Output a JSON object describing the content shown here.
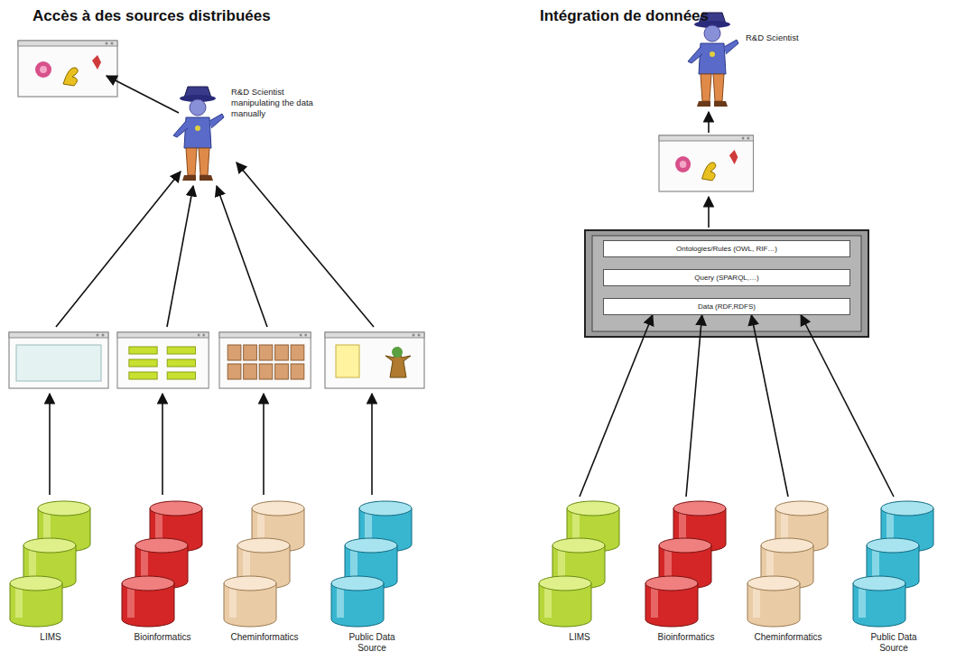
{
  "diagram": {
    "nodes": [
      {
        "text": [
          "R&D Scientist manipulating the data manually"
        ]
      },
      {
        "text": [
          "R&D Scientist"
        ]
      },
      {
        "text": [
          "Ontologies/Rules (OWL, RIF…)"
        ]
      },
      {
        "text": [
          "Query (SPARQL,…)"
        ]
      },
      {
        "text": [
          "Data (RDF,RDFS)"
        ]
      },
      {
        "text": [
          "LIMS"
        ]
      },
      {
        "text": [
          "Bioinformatics"
        ]
      },
      {
        "text": [
          "Cheminformatics"
        ]
      },
      {
        "text": [
          "Public Data Source"
        ]
      },
      {
        "text": [
          "LIMS"
        ]
      },
      {
        "text": [
          "Bioinformatics"
        ]
      },
      {
        "text": [
          "Cheminformatics"
        ]
      },
      {
        "text": [
          "Public Data Source"
        ]
      }
    ],
    "edges": [
      {
        "from": 9,
        "to": 4,
        "arrow": "to"
      },
      {
        "from": 10,
        "to": 4,
        "arrow": "to"
      },
      {
        "from": 11,
        "to": 4,
        "arrow": "to"
      },
      {
        "from": 12,
        "to": 4,
        "arrow": "to"
      }
    ],
    "labels": [
      "Accès à des sources distribuées",
      "Intégration de données"
    ]
  }
}
